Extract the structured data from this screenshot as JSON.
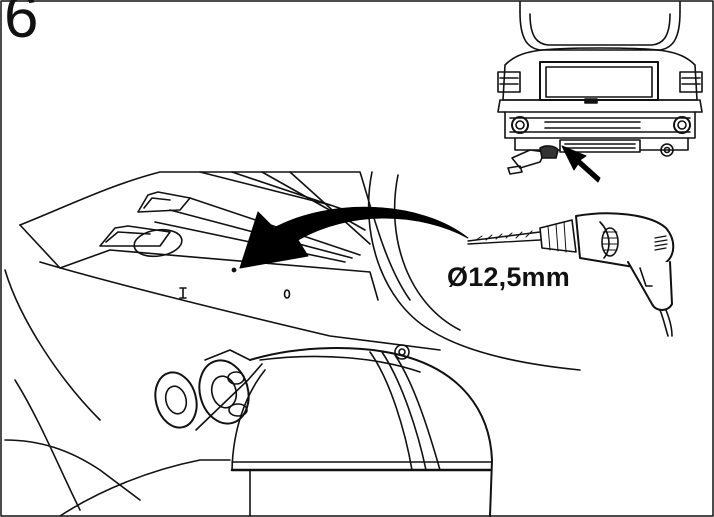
{
  "step": {
    "number": "6"
  },
  "drill": {
    "diameter_label": "Ø12,5mm"
  },
  "colors": {
    "line": "#111111",
    "background": "#ffffff",
    "arrow_fill": "#000000"
  },
  "icons": {
    "main": "car-underbody-illustration",
    "inset": "car-rear-view-inset",
    "tool": "power-drill-icon",
    "direction": "curved-arrow-icon",
    "pointer": "pointer-arrow-icon"
  }
}
